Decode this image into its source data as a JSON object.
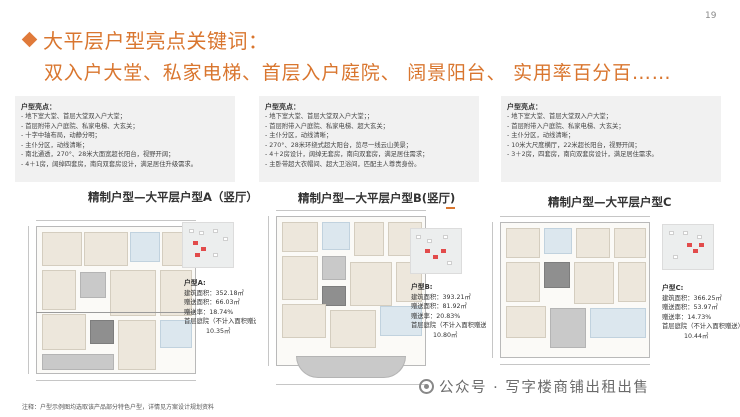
{
  "page_number": "19",
  "headline": {
    "title": "大平层户型亮点关键词：",
    "keywords": "双入户大堂、私家电梯、首层入户庭院、 阔景阳台、 实用率百分百……"
  },
  "highlights": [
    {
      "title": "户型亮点：",
      "items": [
        "- 地下室大堂、首层大堂双入户大堂；",
        "- 首层附带入户庭院、私家电梯、大玄关；",
        "- 十字中轴布局，动静分明；",
        "- 主仆分区，动线清晰；",
        "- 南北通透，270°、28米大面宽超长阳台，视野开阔；",
        "- 4＋1房，阔绰四套房，南向双套房设计，满足居住升级需求。"
      ]
    },
    {
      "title": "户型亮点：",
      "items": [
        "- 地下室大堂、首层大堂双入户大堂；；",
        "- 首层附带入户庭院、私家电梯、超大玄关；",
        "- 主仆分区，动线清晰；",
        "- 270°、28米环绕式超大阳台，览尽一线云山美景；",
        "- 4＋2房设计，阔绰无套房，南向双套房，满足居住需求；",
        "- 主卧带超大衣帽间、超大卫浴间，匹配主人尊贵身份。"
      ]
    },
    {
      "title": "户型亮点：",
      "items": [
        "- 地下室大堂、首层大堂双入户大堂；",
        "- 首层附带入户庭院、私家电梯、大玄关；",
        "- 主仆分区，动线清晰；",
        "- 10米大尺度横厅，22米超长阳台，视野开阔；",
        "- 3＋2房，四套房，南向双套房设计，满足居住需求。"
      ]
    }
  ],
  "layouts": [
    {
      "title": "精制户型—大平层户型A（竖厅）",
      "metrics": {
        "label": "户型A:",
        "lines": [
          "建筑面积：352.18㎡",
          "赠送面积：66.03㎡",
          "赠送率：18.74%",
          "首层庭院（不计入面积赠送）",
          "10.35㎡"
        ]
      }
    },
    {
      "title": "精制户型—大平层户型B(竖厅)",
      "metrics": {
        "label": "户型B:",
        "lines": [
          "建筑面积：393.21㎡",
          "赠送面积：81.92㎡",
          "赠送率：20.83%",
          "首层庭院（不计入面积赠送）",
          "10.80㎡"
        ]
      }
    },
    {
      "title": "精制户型—大平层户型C",
      "metrics": {
        "label": "户型C:",
        "lines": [
          "建筑面积：366.25㎡",
          "赠送面积：53.97㎡",
          "赠送率：14.73%",
          "首层庭院（不计入面积赠送）",
          "10.44㎡"
        ]
      }
    }
  ],
  "footnote": "注释：户型示例图均选取该产品部分特色户型，详情见方案设计规划资料",
  "watermark": {
    "icon": "wechat-icon",
    "text": "公众号 · 写字楼商铺出租出售"
  },
  "colors": {
    "accent": "#d9762f",
    "panel": "#f1f1f1",
    "highlight_marker": "#e24b4b"
  }
}
